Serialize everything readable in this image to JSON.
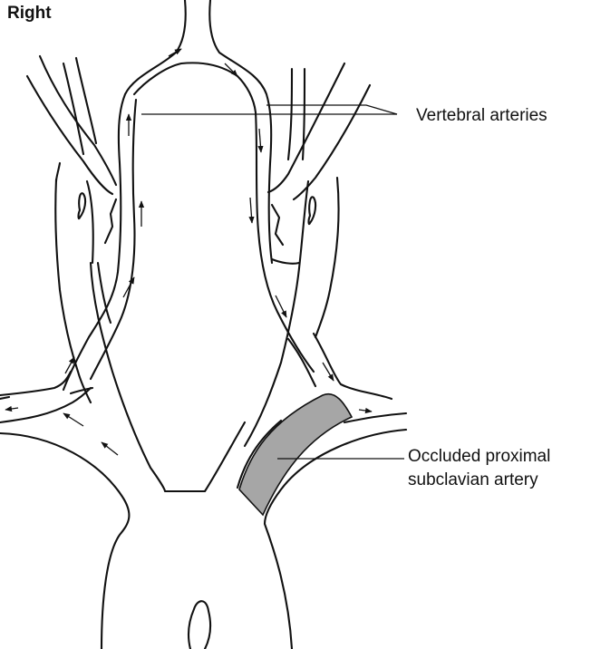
{
  "diagram": {
    "side_label": "Right",
    "labels": {
      "vertebral_arteries": "Vertebral arteries",
      "occluded_line1": "Occluded proximal",
      "occluded_line2": "subclavian artery"
    },
    "colors": {
      "stroke": "#111111",
      "occlusion_fill": "#a6a6a6",
      "background": "#ffffff"
    }
  }
}
